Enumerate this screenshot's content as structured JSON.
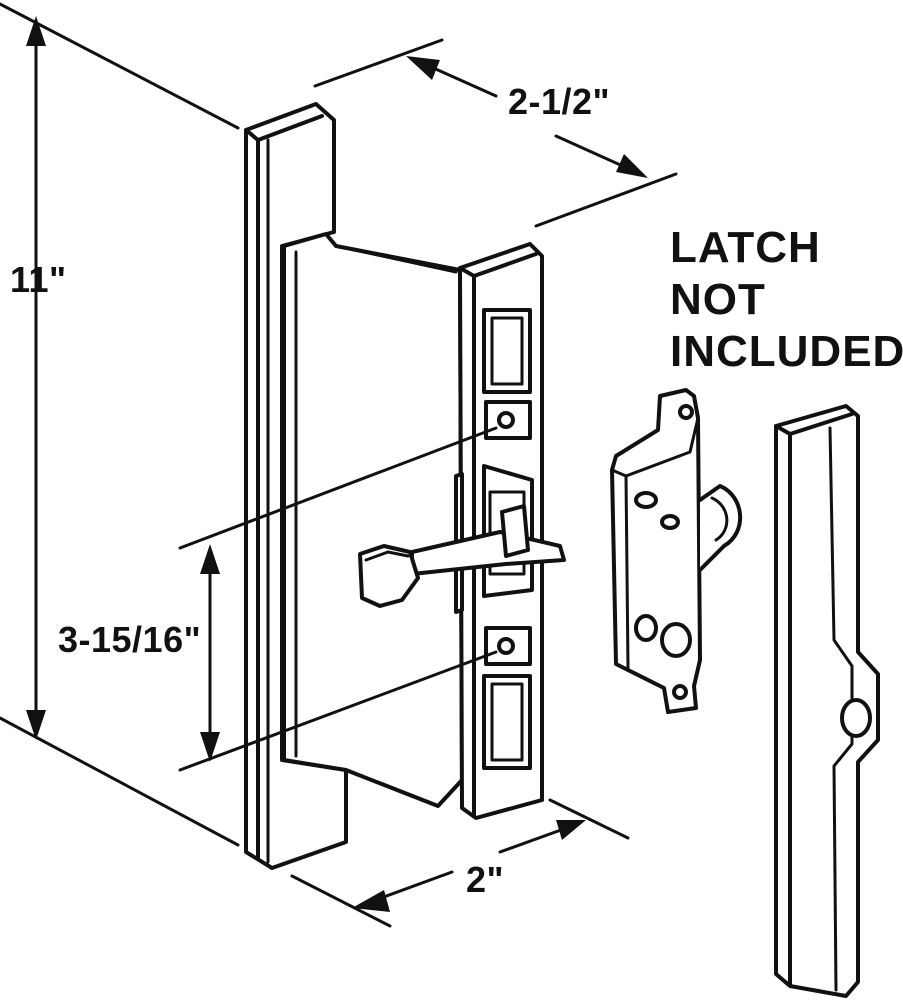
{
  "colors": {
    "ink": "#111111",
    "paper": "#ffffff"
  },
  "dimensions": {
    "height": "11\"",
    "top_width": "2-1/2\"",
    "hole_spacing": "3-15/16\"",
    "depth": "2\""
  },
  "note": {
    "lines": [
      "LATCH",
      "NOT",
      "INCLUDED"
    ]
  }
}
